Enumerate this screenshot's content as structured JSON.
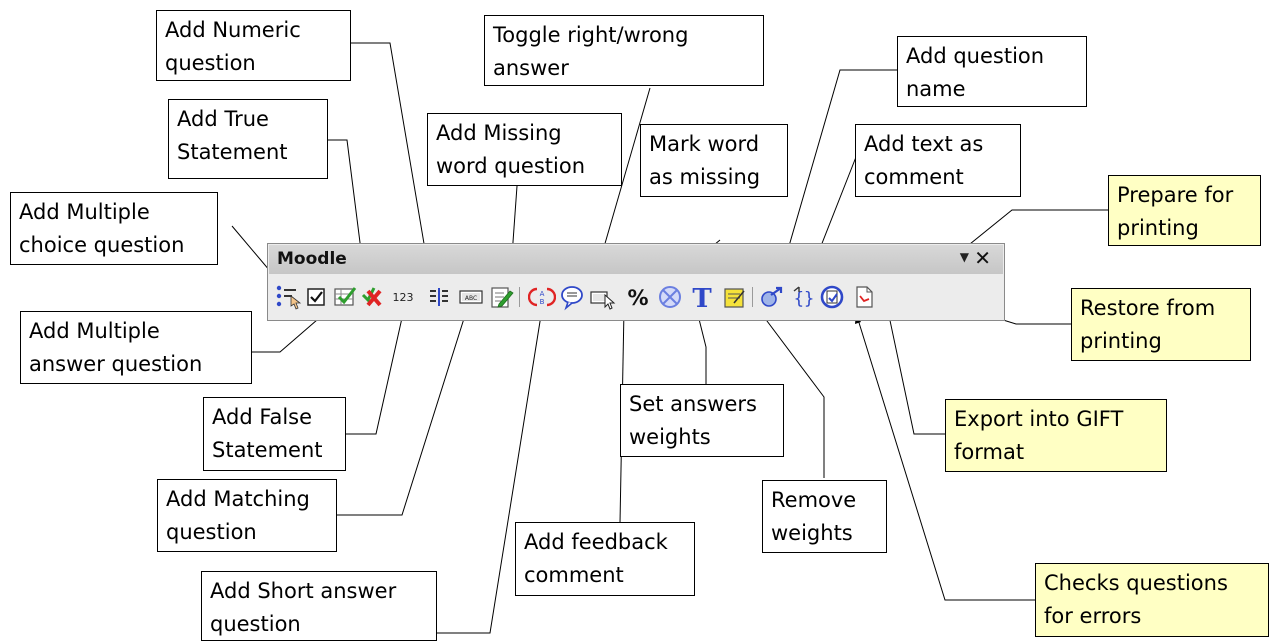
{
  "toolbar": {
    "title": "Moodle",
    "menu_glyph": "▼",
    "close_glyph": "✕",
    "icons": [
      "multiple-choice-icon",
      "multiple-answer-icon",
      "true-statement-icon",
      "false-statement-icon",
      "numeric-icon",
      "matching-icon",
      "missing-word-icon",
      "short-answer-icon",
      "toggle-right-wrong-icon",
      "feedback-comment-icon",
      "mark-missing-icon",
      "answer-weights-icon",
      "remove-weights-icon",
      "question-name-icon",
      "text-comment-icon",
      "check-errors-icon",
      "export-gift-icon",
      "prepare-printing-icon",
      "restore-printing-icon"
    ],
    "numeric_label": "123",
    "mark_missing_label": "ABC",
    "percent_label": "%",
    "name_label": "T"
  },
  "callouts": {
    "add_numeric": "Add Numeric\nquestion",
    "toggle_right_wrong": "Toggle right/wrong\nanswer",
    "add_question_name": "Add question\nname",
    "add_true_statement": "Add True\nStatement",
    "add_missing_word": "Add Missing\nword question",
    "mark_word_missing": "Mark word\nas missing",
    "add_text_comment": "Add text as\ncomment",
    "add_multiple_choice": "Add Multiple\nchoice question",
    "prepare_printing": "Prepare for\nprinting",
    "add_multiple_answer": "Add Multiple\nanswer question",
    "restore_printing": "Restore from\nprinting",
    "set_answer_weights": "Set answers\nweights",
    "add_false_statement": "Add False\nStatement",
    "export_gift": "Export into GIFT\nformat",
    "add_matching": "Add Matching\nquestion",
    "remove_weights": "Remove\nweights",
    "add_feedback": "Add feedback\ncomment",
    "check_errors": "Checks questions\nfor errors",
    "add_short_answer": "Add Short answer\nquestion"
  },
  "colors": {
    "callout_border": "#000000",
    "highlight_callout": "#ffffc4",
    "toolbar_bg": "#ececec",
    "toolbar_title_bar": "#cdcdcd",
    "check_green": "#2e9e2e",
    "cross_red": "#e02424",
    "accent_blue": "#2f48c8",
    "remove_weights_blue": "#6b7fe0",
    "note_yellow": "#f5e23a"
  }
}
